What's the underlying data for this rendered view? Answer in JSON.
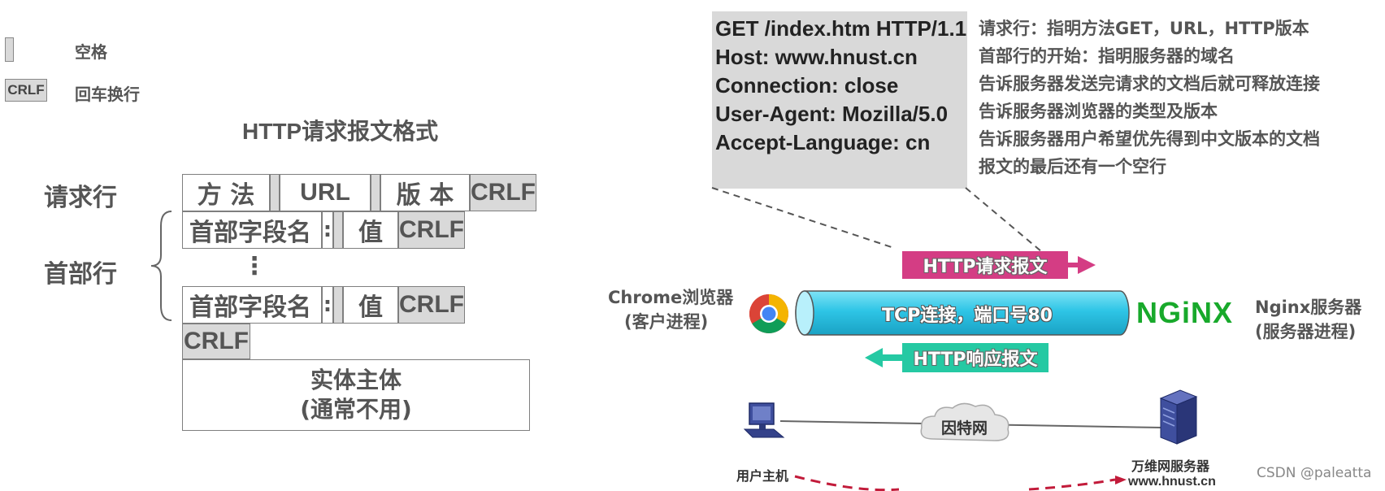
{
  "legend": {
    "space_label": "空格",
    "crlf_box": "CRLF",
    "crlf_label": "回车换行"
  },
  "format": {
    "title": "HTTP请求报文格式",
    "request_line_label": "请求行",
    "header_lines_label": "首部行",
    "method": "方 法",
    "url": "URL",
    "version": "版 本",
    "crlf": "CRLF",
    "field_name": "首部字段名",
    "colon": ":",
    "value": "值",
    "ellipsis": "⋮",
    "body_line1": "实体主体",
    "body_line2": "(通常不用)"
  },
  "message": {
    "lines": [
      "GET /index.htm HTTP/1.1",
      "Host: www.hnust.cn",
      "Connection: close",
      "User-Agent:  Mozilla/5.0",
      "Accept-Language: cn"
    ]
  },
  "descriptions": [
    "请求行：指明方法GET，URL，HTTP版本",
    "首部行的开始：指明服务器的域名",
    "告诉服务器发送完请求的文档后就可释放连接",
    "告诉服务器浏览器的类型及版本",
    "告诉服务器用户希望优先得到中文版本的文档",
    "报文的最后还有一个空行"
  ],
  "network": {
    "client_name": "Chrome浏览器",
    "client_role": "(客户进程)",
    "server_name": "Nginx服务器",
    "server_role": "(服务器进程)",
    "nginx_logo": "NGiNX",
    "tcp": "TCP连接，端口号80",
    "request_msg": "HTTP请求报文",
    "response_msg": "HTTP响应报文",
    "internet": "因特网",
    "host_label": "用户主机",
    "web_server_label": "万维网服务器",
    "web_server_domain": "www.hnust.cn"
  },
  "watermark": "CSDN @paleatta",
  "colors": {
    "request_pill": "#d43d84",
    "response_pill": "#25c9a3",
    "tcp_pipe": "#2ec5e6",
    "nginx_green": "#18a92b",
    "message_bg": "#d9d9d9"
  }
}
